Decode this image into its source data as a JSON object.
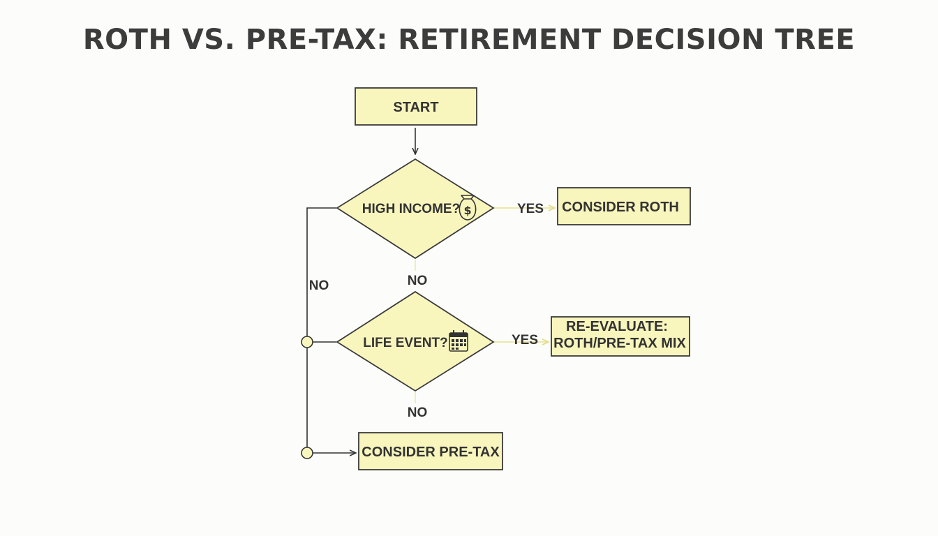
{
  "title": "ROTH VS. PRE-TAX: RETIREMENT DECISION TREE",
  "colors": {
    "node_fill": "#f8f6bd",
    "node_stroke": "#3a3a3a",
    "connector": "#333333",
    "yes_arrow": "#ece9a6",
    "text": "#333333"
  },
  "nodes": {
    "start": {
      "label": "START"
    },
    "q_income": {
      "label": "HIGH INCOME?",
      "icon": "money-bag-icon"
    },
    "roth": {
      "label": "CONSIDER ROTH"
    },
    "q_life_event": {
      "label": "LIFE EVENT?",
      "icon": "calendar-icon"
    },
    "reevaluate": {
      "line1": "RE-EVALUATE:",
      "line2": "ROTH/PRE-TAX MIX"
    },
    "pretax": {
      "label": "CONSIDER PRE-TAX"
    }
  },
  "edges": {
    "income_yes": "YES",
    "income_no_down": "NO",
    "income_no_side": "NO",
    "life_yes": "YES",
    "life_no": "NO"
  }
}
